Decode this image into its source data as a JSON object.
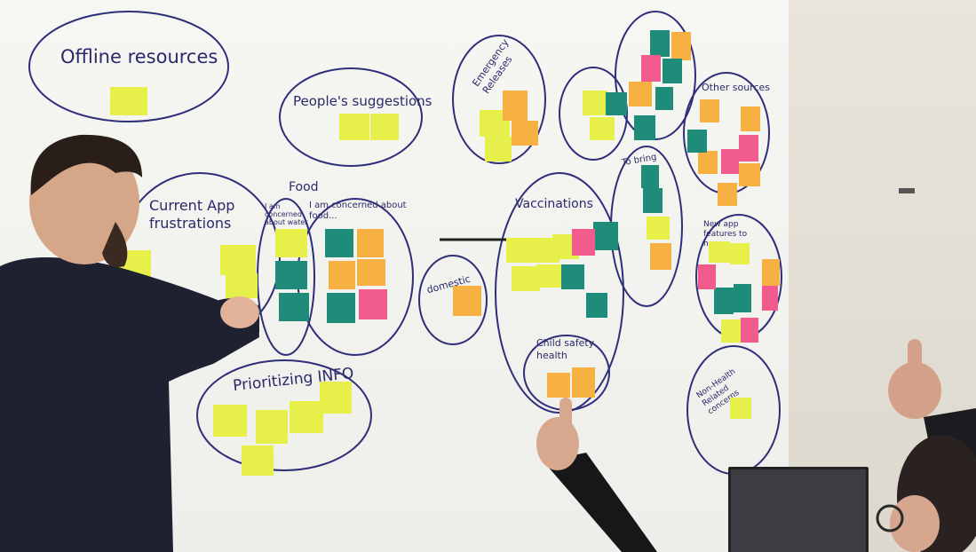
{
  "board": {
    "labels": {
      "offline": "Offline resources",
      "peoples": "People's suggestions",
      "current_app": "Current App frustrations",
      "food_header": "Food",
      "water": "I am concerned about water",
      "food": "I am concerned about food...",
      "prioritizing": "Prioritizing INFO",
      "emergency": "Emergency Releases",
      "vaccinations": "Vaccinations",
      "domestic": "domestic",
      "child_safety": "Child safety health",
      "other_sources": "Other sources",
      "to_bring": "To bring",
      "new_app": "New app features to have",
      "non_health": "Non-Health Related concerns"
    }
  },
  "colors": {
    "yellow": "#e7ef4a",
    "orange": "#f7b042",
    "teal": "#1f8c7a",
    "pink": "#f25b8e",
    "ink": "#2a2a6a",
    "board": "#f4f4f1"
  }
}
